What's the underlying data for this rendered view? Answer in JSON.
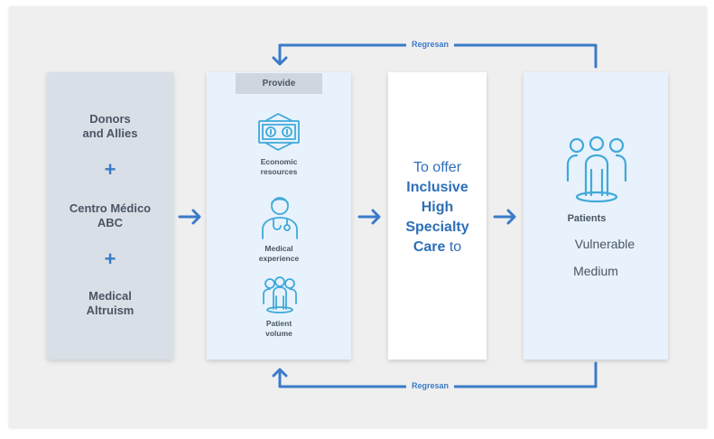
{
  "donors": {
    "line1": "Donors",
    "line2": "and Allies",
    "plus1": "+",
    "center_line1": "Centro Médico",
    "center_line2": "ABC",
    "plus2": "+",
    "medical_line1": "Medical",
    "medical_line2": "Altruism"
  },
  "provide": {
    "tab_label": "Provide",
    "items": [
      {
        "line1": "Economic",
        "line2": "resources",
        "icon": "money-icon"
      },
      {
        "line1": "Medical",
        "line2": "experience",
        "icon": "doctor-icon"
      },
      {
        "line1": "Patient",
        "line2": "volume",
        "icon": "people-icon"
      }
    ]
  },
  "offer": {
    "line1": "To offer",
    "bold1": "Inclusive",
    "bold2": "High",
    "bold3": "Specialty",
    "bold4": "Care",
    "tail": " to"
  },
  "patients": {
    "label": "Patients",
    "items": [
      "Vulnerable",
      "Medium"
    ],
    "icon": "patients-group-icon"
  },
  "arrows": {
    "top_label": "Regresan",
    "bottom_label": "Regresan"
  },
  "colors": {
    "accent": "#3a7bc8",
    "panel_gray": "#d9dfe6",
    "panel_blue": "#e8f2fc",
    "text": "#4a5564"
  }
}
